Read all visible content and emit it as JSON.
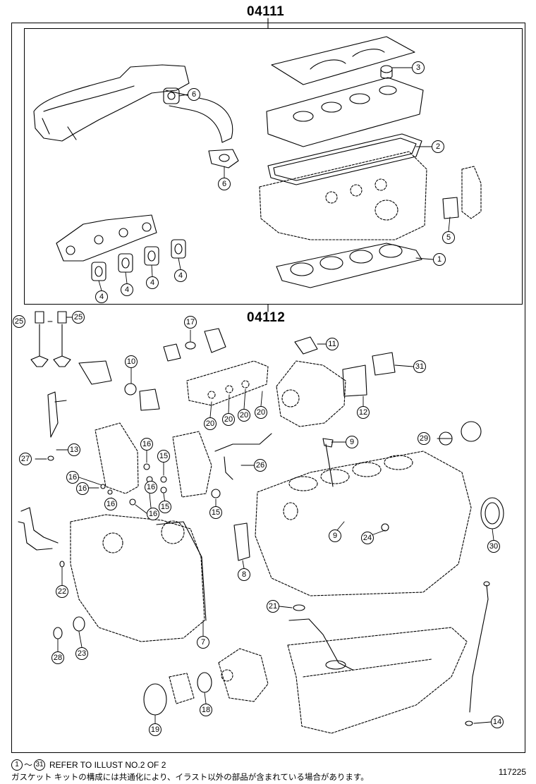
{
  "groups": {
    "upper": "04111",
    "lower": "04112"
  },
  "callouts": {
    "c1": "1",
    "c2": "2",
    "c3": "3",
    "c4a": "4",
    "c4b": "4",
    "c4c": "4",
    "c4d": "4",
    "c5": "5",
    "c6a": "6",
    "c6b": "6",
    "c7": "7",
    "c8": "8",
    "c9a": "9",
    "c9b": "9",
    "c10": "10",
    "c11": "11",
    "c12": "12",
    "c13": "13",
    "c14": "14",
    "c15a": "15",
    "c15b": "15",
    "c15c": "15",
    "c16a": "16",
    "c16b": "16",
    "c16c": "16",
    "c16d": "16",
    "c16e": "16",
    "c16f": "16",
    "c17": "17",
    "c18": "18",
    "c19": "19",
    "c20a": "20",
    "c20b": "20",
    "c20c": "20",
    "c20d": "20",
    "c21": "21",
    "c22": "22",
    "c23": "23",
    "c24": "24",
    "c25a": "25",
    "c25b": "25",
    "c26": "26",
    "c27": "27",
    "c28": "28",
    "c29": "29",
    "c30": "30",
    "c31": "31"
  },
  "footer": {
    "range_start": "1",
    "range_sep": "～",
    "range_end": "31",
    "refer": "REFER TO ILLUST NO.2 OF 2",
    "note_jp": "ガスケット キットの構成には共通化により、イラスト以外の部品が含まれている場合があります。",
    "code": "117225"
  }
}
